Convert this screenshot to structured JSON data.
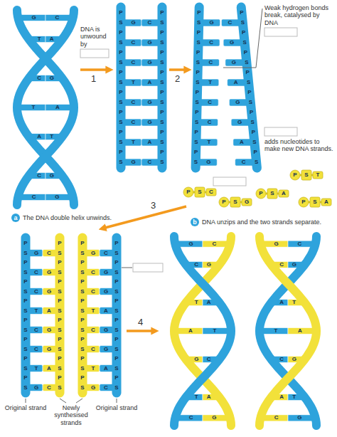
{
  "diagram": {
    "nodes": [
      {
        "text": [
          "a",
          "The DNA double helix unwinds."
        ]
      },
      {
        "text": [
          "b",
          "DNA unzips and the two strands separate."
        ]
      }
    ],
    "labels": [
      "DNA is unwound by",
      "1",
      "2",
      "Weak hydrogen bonds break, catalysed by DNA",
      "adds nucleotides to make new DNA strands.",
      "3",
      "4",
      "Original strand",
      "Newly synthesised strands",
      "Original strand",
      "G",
      "C",
      "T",
      "A",
      "C",
      "G",
      "T",
      "A",
      "A",
      "T",
      "C",
      "G",
      "C",
      "G",
      "P",
      "S",
      "G",
      "C",
      "S",
      "P",
      "P",
      "S",
      "C",
      "G",
      "S",
      "P",
      "P",
      "S",
      "C",
      "G",
      "S",
      "P",
      "P",
      "S",
      "T",
      "A",
      "S",
      "P",
      "P",
      "S",
      "C",
      "G",
      "S",
      "P",
      "P",
      "S",
      "C",
      "G",
      "S",
      "P",
      "P",
      "S",
      "T",
      "A",
      "S",
      "P",
      "P",
      "S",
      "G",
      "C",
      "S",
      "P",
      "P",
      "S",
      "G",
      "C",
      "S",
      "P",
      "P",
      "S",
      "C",
      "G",
      "S",
      "P",
      "P",
      "S",
      "C",
      "G",
      "S",
      "P",
      "P",
      "S",
      "T",
      "A",
      "S",
      "P",
      "P",
      "S",
      "C",
      "G",
      "S",
      "P",
      "P",
      "S",
      "C",
      "G",
      "S",
      "P",
      "P",
      "S",
      "T",
      "A",
      "S",
      "P",
      "P",
      "S",
      "G",
      "C",
      "S",
      "P",
      "P",
      "S",
      "C",
      "P",
      "S",
      "G",
      "P",
      "S",
      "A",
      "P",
      "S",
      "T",
      "P",
      "S",
      "A",
      "P",
      "S",
      "G",
      "C",
      "S",
      "P",
      "P",
      "S",
      "C",
      "G",
      "S",
      "P",
      "P",
      "S",
      "C",
      "G",
      "S",
      "P",
      "P",
      "S",
      "T",
      "A",
      "S",
      "P",
      "P",
      "S",
      "C",
      "G",
      "S",
      "P",
      "P",
      "S",
      "C",
      "G",
      "S",
      "P",
      "P",
      "S",
      "T",
      "A",
      "S",
      "P",
      "P",
      "S",
      "G",
      "C",
      "S",
      "P",
      "P",
      "S",
      "G",
      "C",
      "S",
      "P",
      "P",
      "S",
      "C",
      "G",
      "S",
      "P",
      "P",
      "S",
      "C",
      "G",
      "S",
      "P",
      "P",
      "S",
      "T",
      "A",
      "S",
      "P",
      "P",
      "S",
      "C",
      "G",
      "S",
      "P",
      "P",
      "S",
      "C",
      "G",
      "S",
      "P",
      "P",
      "S",
      "T",
      "A",
      "S",
      "P",
      "P",
      "S",
      "G",
      "C",
      "S",
      "P",
      "G",
      "C",
      "C",
      "G",
      "T",
      "A",
      "A",
      "T",
      "G",
      "C",
      "T",
      "A",
      "C",
      "G",
      "G",
      "C",
      "C",
      "G",
      "A",
      "T",
      "T",
      "A",
      "C",
      "G",
      "A",
      "T",
      "C",
      "G"
    ]
  }
}
